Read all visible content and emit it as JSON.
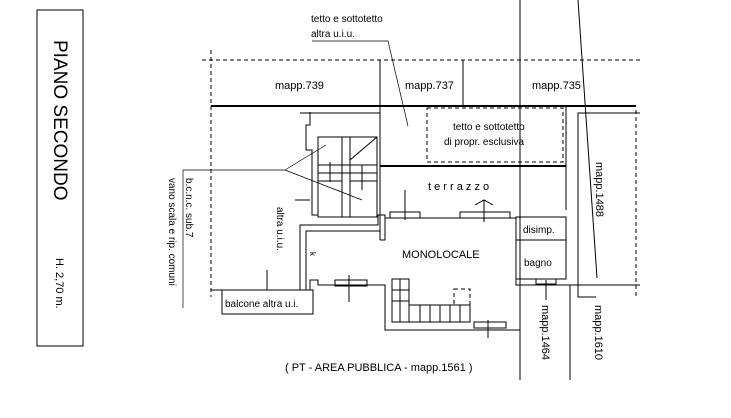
{
  "title_block": {
    "floor": "PIANO SECONDO",
    "height": "H. 2,70 m."
  },
  "labels": {
    "roof_other_line1": "tetto e sottotetto",
    "roof_other_line2": "altra u.i.u.",
    "roof_own_line1": "tetto e sottotetto",
    "roof_own_line2": "di propr. esclusiva",
    "bcnc": "b.c.n.c. sub.7",
    "stair_common": "vano scala e rip. comuni",
    "other_unit": "altra u.i.u.",
    "terrace": "t e r r a z z o",
    "main_room": "MONOLOCALE",
    "hall": "disimp.",
    "bathroom": "bagno",
    "balcony": "balcone altra u.i.",
    "public_area": "( PT - AREA PUBBLICA - mapp.1561 )",
    "k_mark": "k"
  },
  "parcels": {
    "p739": "mapp.739",
    "p737": "mapp.737",
    "p735": "mapp.735",
    "p1488": "mapp.1488",
    "p1464": "mapp.1464",
    "p1610": "mapp.1610"
  }
}
